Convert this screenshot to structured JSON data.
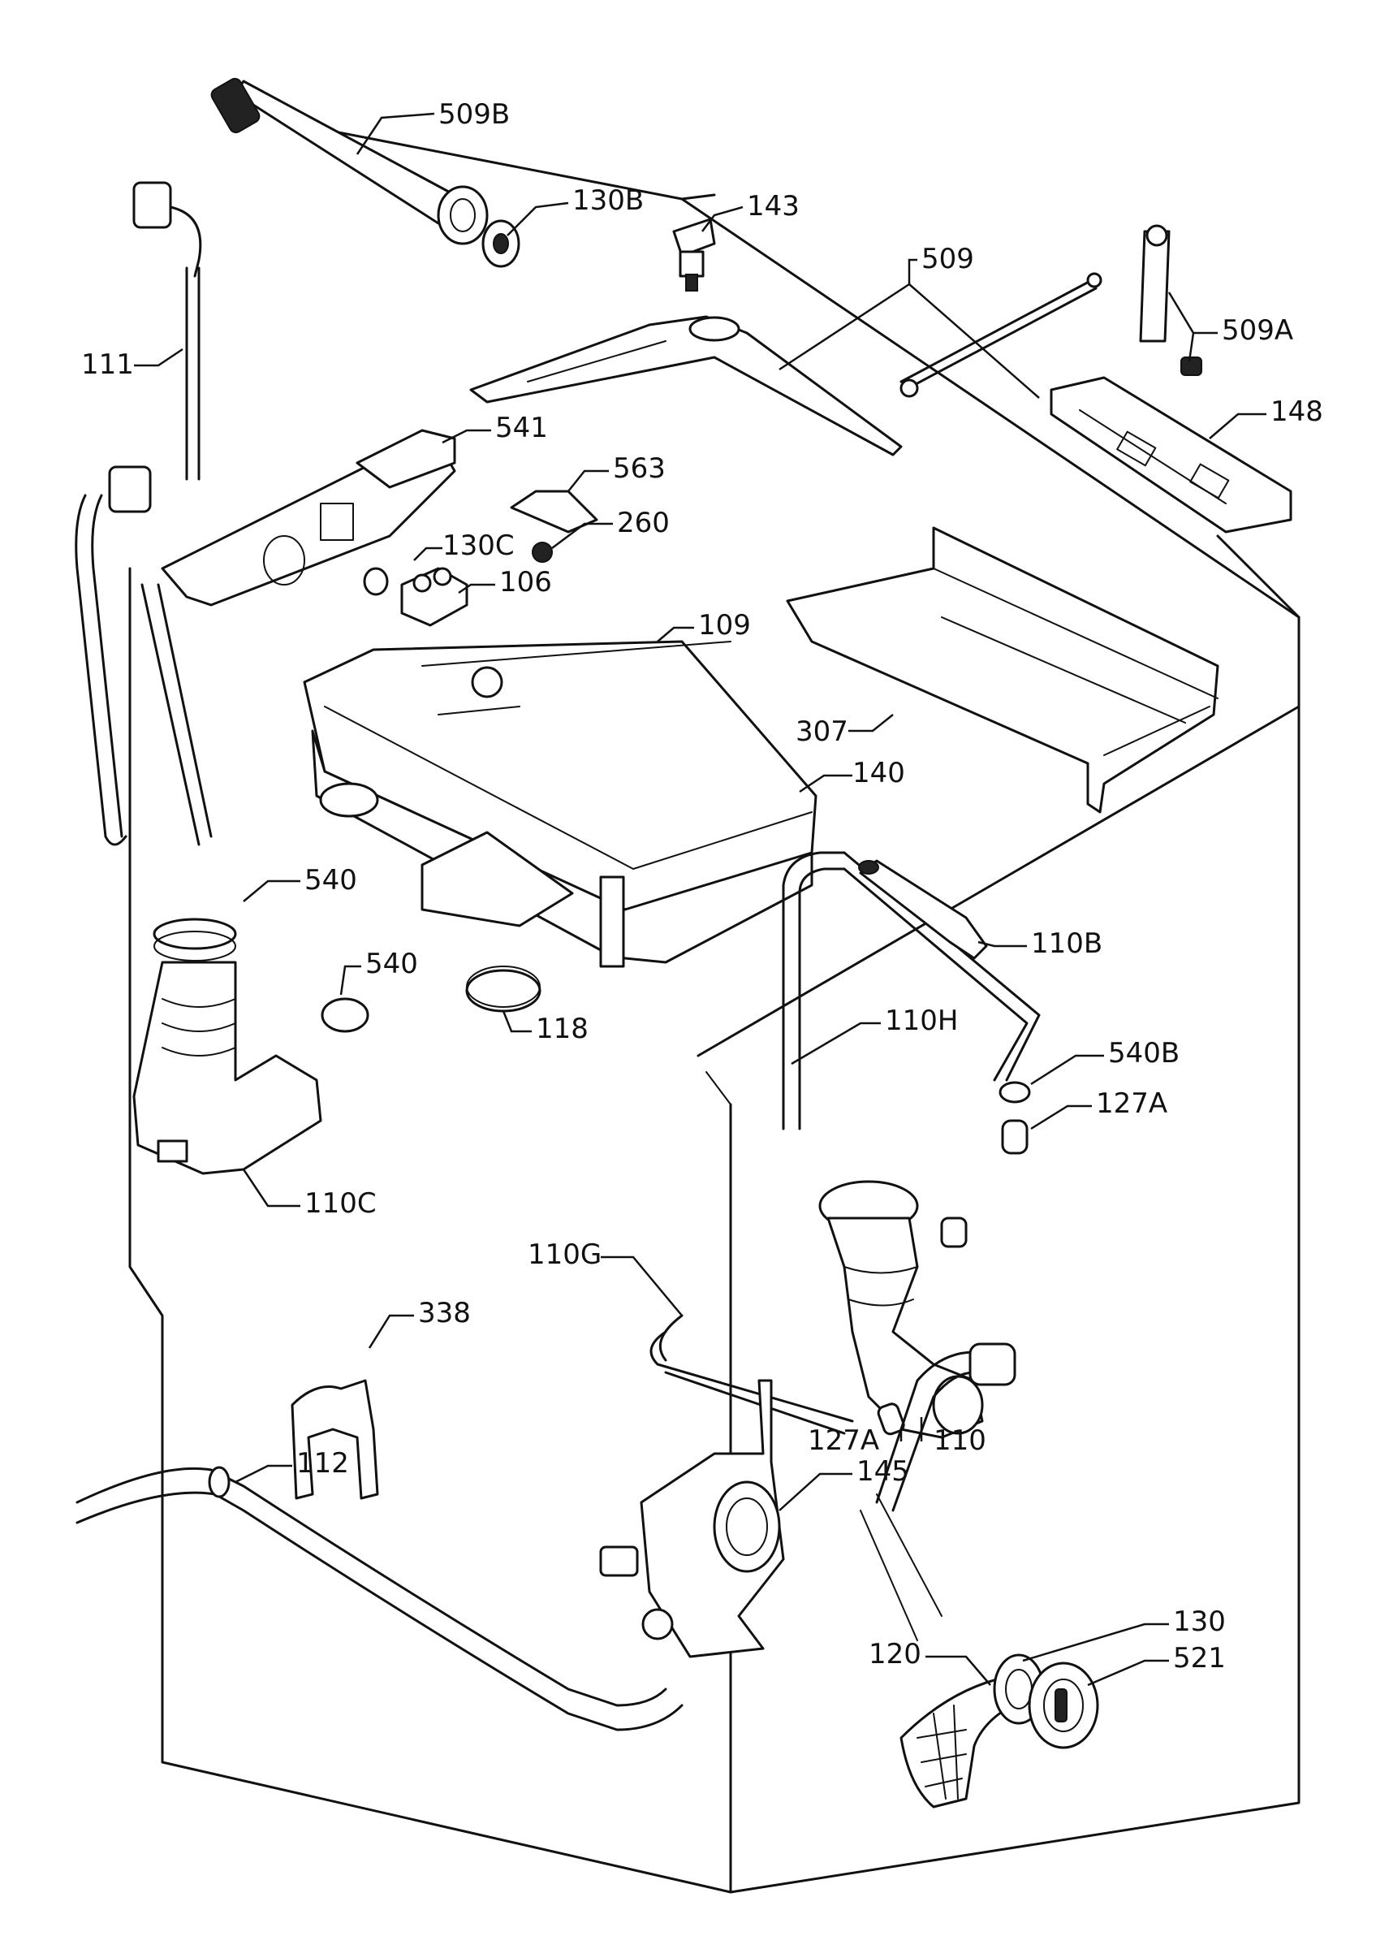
{
  "labels": {
    "p509b": "509B",
    "p130b": "130B",
    "p143": "143",
    "p509": "509",
    "p509a": "509A",
    "p111": "111",
    "p148": "148",
    "p541": "541",
    "p563": "563",
    "p260": "260",
    "p130c": "130C",
    "p106": "106",
    "p109": "109",
    "p307": "307",
    "p140": "140",
    "p540top": "540",
    "p540mid": "540",
    "p110b": "110B",
    "p118": "118",
    "p110h": "110H",
    "p540b": "540B",
    "p127a_top": "127A",
    "p110c": "110C",
    "p110g": "110G",
    "p338": "338",
    "p127a_bot": "127A",
    "p110": "110",
    "p112": "112",
    "p145": "145",
    "p130": "130",
    "p120": "120",
    "p521": "521"
  }
}
